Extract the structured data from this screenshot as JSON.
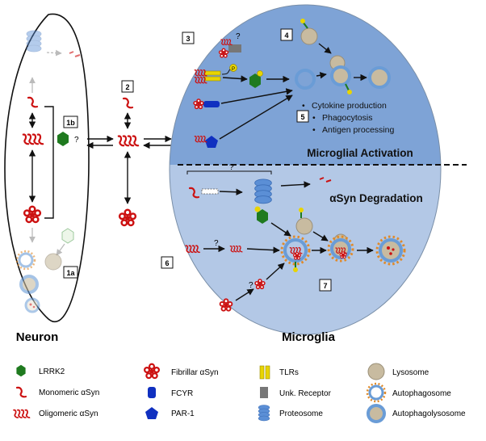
{
  "markers": {
    "m1a": "1a",
    "m1b": "1b",
    "m2": "2",
    "m3": "3",
    "m4": "4",
    "m5": "5",
    "m6": "6",
    "m7": "7"
  },
  "question": "?",
  "phospho": "P",
  "activation_list": [
    "Cytokine production",
    "Phagocytosis",
    "Antigen processing"
  ],
  "region_labels": {
    "activation": "Microglial Activation",
    "degradation": "αSyn Degradation"
  },
  "cell_labels": {
    "neuron": "Neuron",
    "microglia": "Microglia"
  },
  "legend": [
    {
      "icon": "lrrk2",
      "label": "LRRK2"
    },
    {
      "icon": "monomer",
      "label": "Monomeric αSyn"
    },
    {
      "icon": "oligomer",
      "label": "Oligomeric αSyn"
    },
    {
      "icon": "fibril",
      "label": "Fibrillar αSyn"
    },
    {
      "icon": "fcyr",
      "label": "FCYR"
    },
    {
      "icon": "par1",
      "label": "PAR-1"
    },
    {
      "icon": "tlr",
      "label": "TLRs"
    },
    {
      "icon": "unk-receptor",
      "label": "Unk. Receptor"
    },
    {
      "icon": "proteosome",
      "label": "Proteosome"
    },
    {
      "icon": "lysosome",
      "label": "Lysosome"
    },
    {
      "icon": "autophagosome",
      "label": "Autophagosome"
    },
    {
      "icon": "autophagolysosome",
      "label": "Autophagolysosome"
    }
  ],
  "colors": {
    "red": "#cc1111",
    "green": "#1f7a1f",
    "blue_top": "#7ea3d6",
    "blue_bottom": "#b3c8e6",
    "lysosome": "#c8bba0",
    "proteosome": "#5b8fd6",
    "tlr": "#e8d400",
    "fcyr": "#1030c0",
    "unk": "#777777"
  }
}
